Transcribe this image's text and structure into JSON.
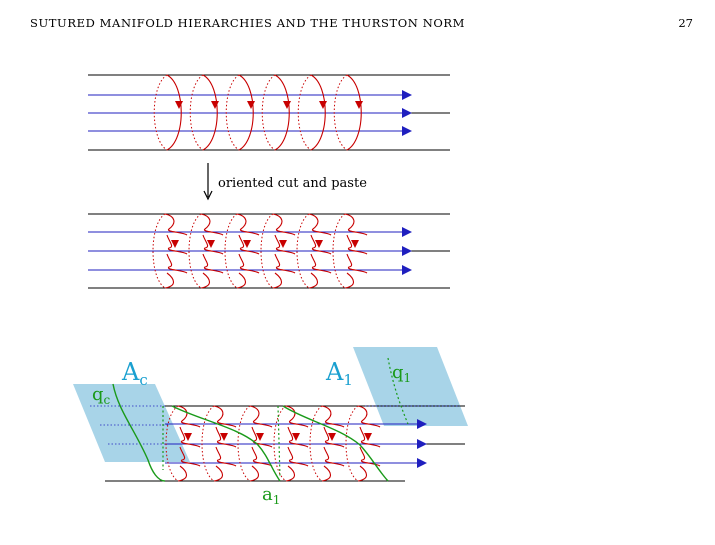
{
  "header": {
    "running_head": "SUTURED MANIFOLD HIERARCHIES AND THE THURSTON NORM",
    "page_number": "27"
  },
  "figure": {
    "arrow_label": "oriented cut and paste",
    "label_Ac": "A",
    "label_Ac_sub": "c",
    "label_A1": "A",
    "label_A1_sub": "1",
    "label_qc": "q",
    "label_qc_sub": "c",
    "label_q1": "q",
    "label_q1_sub": "1",
    "label_a1": "a",
    "label_a1_sub": "1",
    "colors": {
      "black_line": "#000000",
      "blue_line": "#1f1fbf",
      "red_curve": "#c80000",
      "green_curve": "#1a9a1a",
      "cyan_label": "#1aa0d0",
      "annulus_fill": "#a8d4e8"
    }
  }
}
